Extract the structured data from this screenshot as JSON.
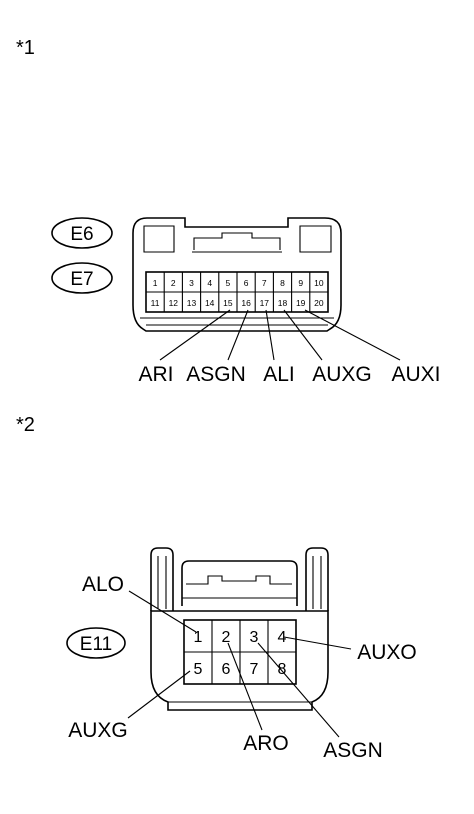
{
  "markers": [
    "*1",
    "*2"
  ],
  "connector1": {
    "codes": [
      "E6",
      "E7"
    ],
    "pins_top": [
      "1",
      "2",
      "3",
      "4",
      "5",
      "6",
      "7",
      "8",
      "9",
      "10"
    ],
    "pins_bottom": [
      "11",
      "12",
      "13",
      "14",
      "15",
      "16",
      "17",
      "18",
      "19",
      "20"
    ],
    "labels": [
      "ARI",
      "ASGN",
      "ALI",
      "AUXG",
      "AUXI"
    ]
  },
  "connector2": {
    "code": "E11",
    "pins_top": [
      "1",
      "2",
      "3",
      "4"
    ],
    "pins_bottom": [
      "5",
      "6",
      "7",
      "8"
    ],
    "labels": {
      "alo": "ALO",
      "auxo": "AUXO",
      "auxg": "AUXG",
      "aro": "ARO",
      "asgn": "ASGN"
    }
  }
}
